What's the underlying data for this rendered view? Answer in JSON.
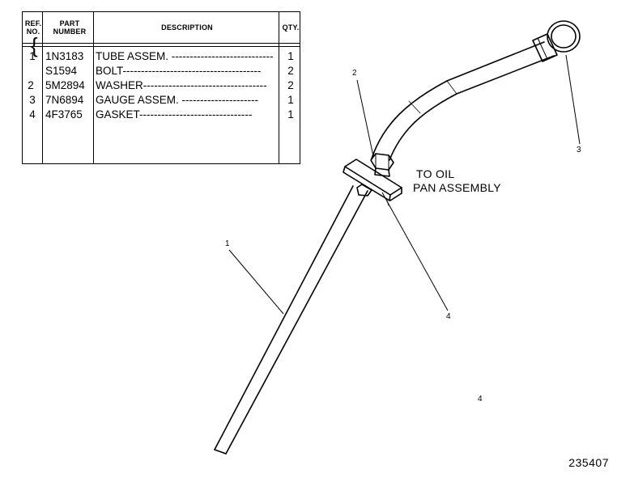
{
  "table": {
    "headers": {
      "ref": "REF. NO.",
      "part": "PART NUMBER",
      "description": "DESCRIPTION",
      "qty": "QTY."
    },
    "rows": [
      {
        "ref": "1",
        "part": "1N3183",
        "description": "TUBE ASSEM.",
        "qty": "1"
      },
      {
        "ref": "",
        "part": "S1594",
        "description": "BOLT",
        "qty": "2"
      },
      {
        "ref": "2",
        "part": "5M2894",
        "description": "WASHER",
        "qty": "2"
      },
      {
        "ref": "3",
        "part": "7N6894",
        "description": "GAUGE ASSEM.",
        "qty": "1"
      },
      {
        "ref": "4",
        "part": "4F3765",
        "description": "GASKET",
        "qty": "1"
      }
    ]
  },
  "callouts": {
    "c1": "1",
    "c2": "2",
    "c3": "3",
    "c4": "4",
    "c4b": "4"
  },
  "note": {
    "line1": "TO OIL",
    "line2": "PAN ASSEMBLY"
  },
  "drawing_number": "235407"
}
